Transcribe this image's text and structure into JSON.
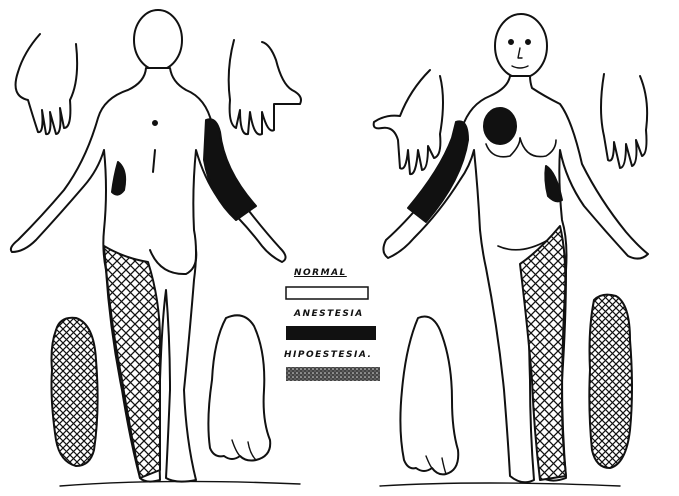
{
  "legend": {
    "items": [
      {
        "label": "NORMAL",
        "pattern": "blank"
      },
      {
        "label": "ANESTESIA",
        "pattern": "solid-black"
      },
      {
        "label": "HIPOESTESIA.",
        "pattern": "crosshatch"
      }
    ]
  },
  "colors": {
    "ink": "#111111",
    "paper": "#ffffff"
  }
}
